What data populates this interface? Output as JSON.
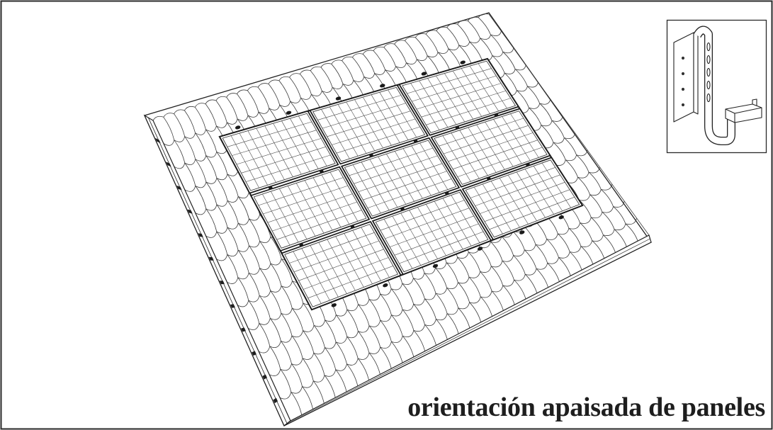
{
  "caption": "orientación apaisada de paneles",
  "panel_array": {
    "rows": 3,
    "columns": 3
  },
  "colors": {
    "line": "#222222",
    "background": "#ffffff"
  }
}
